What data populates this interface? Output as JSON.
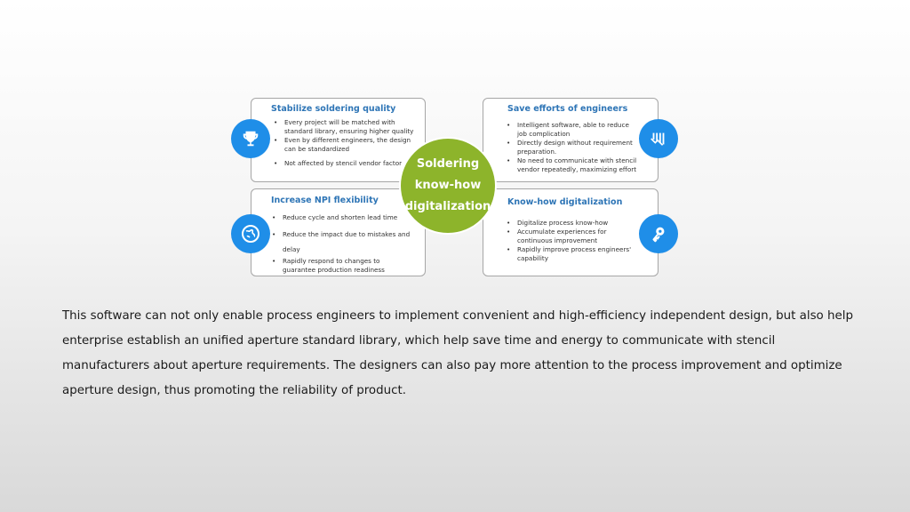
{
  "cards": {
    "stabilize": {
      "title": "Stabilize soldering quality",
      "items": [
        "Every project will be matched with standard library, ensuring higher quality",
        "Even by different engineers, the design can be standardized",
        "Not affected by stencil vendor factor"
      ]
    },
    "save_efforts": {
      "title": "Save efforts of engineers",
      "items": [
        "Intelligent software, able to reduce job complication",
        "Directly design without requirement preparation.",
        "No need to communicate with stencil vendor repeatedly, maximizing effort"
      ]
    },
    "npi": {
      "title": "Increase NPI flexibility",
      "items": [
        "Reduce cycle and shorten lead time",
        "Reduce the impact due to mistakes and delay",
        "Rapidly respond to changes to guarantee production readiness"
      ]
    },
    "knowhow": {
      "title": "Know-how digitalization",
      "items": [
        "Digitalize process know-how",
        "Accumulate experiences for continuous improvement",
        "Rapidly improve process engineers' capability"
      ]
    }
  },
  "center": {
    "line1": "Soldering",
    "line2": "know-how",
    "line3": "digitalization"
  },
  "icons": {
    "stabilize": "trophy-icon",
    "save_efforts": "chart-icon",
    "npi": "globe-icon",
    "knowhow": "key-icon"
  },
  "colors": {
    "accent_blue": "#1f8ee8",
    "title_blue": "#2e75b6",
    "center_green": "#8db42b"
  },
  "description": "This software can not only enable process engineers to implement convenient and high-efficiency independent design, but also help enterprise establish an unified aperture standard library, which help save time and energy to communicate with stencil manufacturers about aperture requirements. The designers can also pay more attention to the process improvement and optimize aperture design, thus promoting the reliability of product."
}
